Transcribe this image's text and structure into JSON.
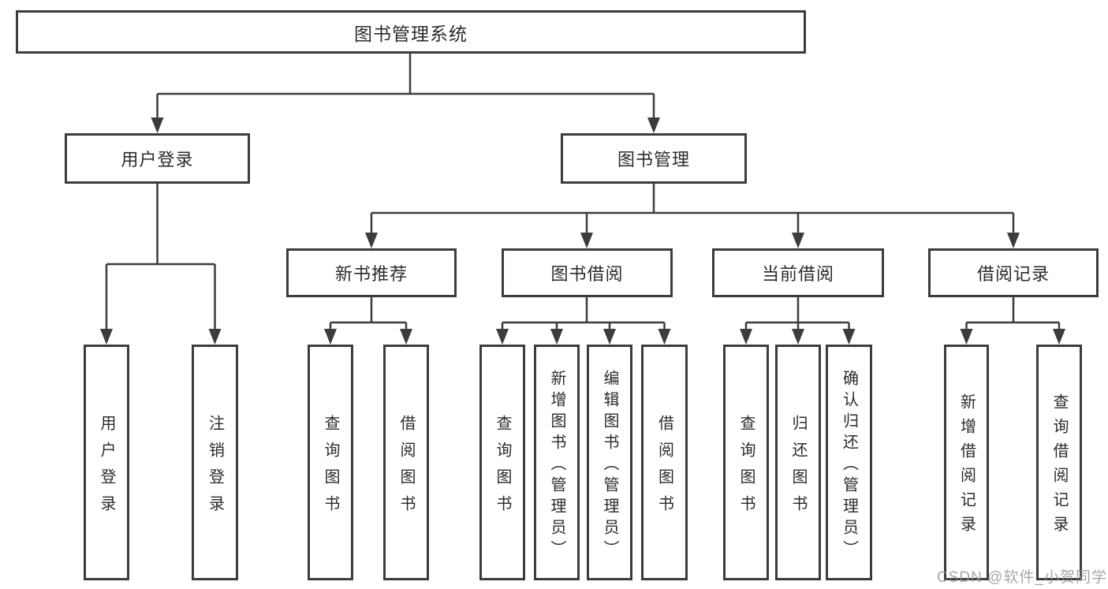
{
  "diagram": {
    "root": {
      "label": "图书管理系统"
    },
    "level2": [
      {
        "label": "用户登录"
      },
      {
        "label": "图书管理"
      }
    ],
    "level3": [
      {
        "label": "新书推荐"
      },
      {
        "label": "图书借阅"
      },
      {
        "label": "当前借阅"
      },
      {
        "label": "借阅记录"
      }
    ],
    "leaves": {
      "user_login": [
        {
          "label": "用户登录"
        },
        {
          "label": "注销登录"
        }
      ],
      "new_book": [
        {
          "label": "查询图书"
        },
        {
          "label": "借阅图书"
        }
      ],
      "book_borrow": [
        {
          "label": "查询图书"
        },
        {
          "label": "新增图书（管理员）"
        },
        {
          "label": "编辑图书（管理员）"
        },
        {
          "label": "借阅图书"
        }
      ],
      "current_borrow": [
        {
          "label": "查询图书"
        },
        {
          "label": "归还图书"
        },
        {
          "label": "确认归还（管理员）"
        }
      ],
      "borrow_records": [
        {
          "label": "新增借阅记录"
        },
        {
          "label": "查询借阅记录"
        }
      ]
    }
  },
  "watermark": {
    "text": "CSDN @软件_小贺同学"
  },
  "colors": {
    "line": "#3c3c3c",
    "box_border": "#3c3c3c",
    "text": "#2b2b2b",
    "watermark": "#919191",
    "background": "#ffffff"
  }
}
